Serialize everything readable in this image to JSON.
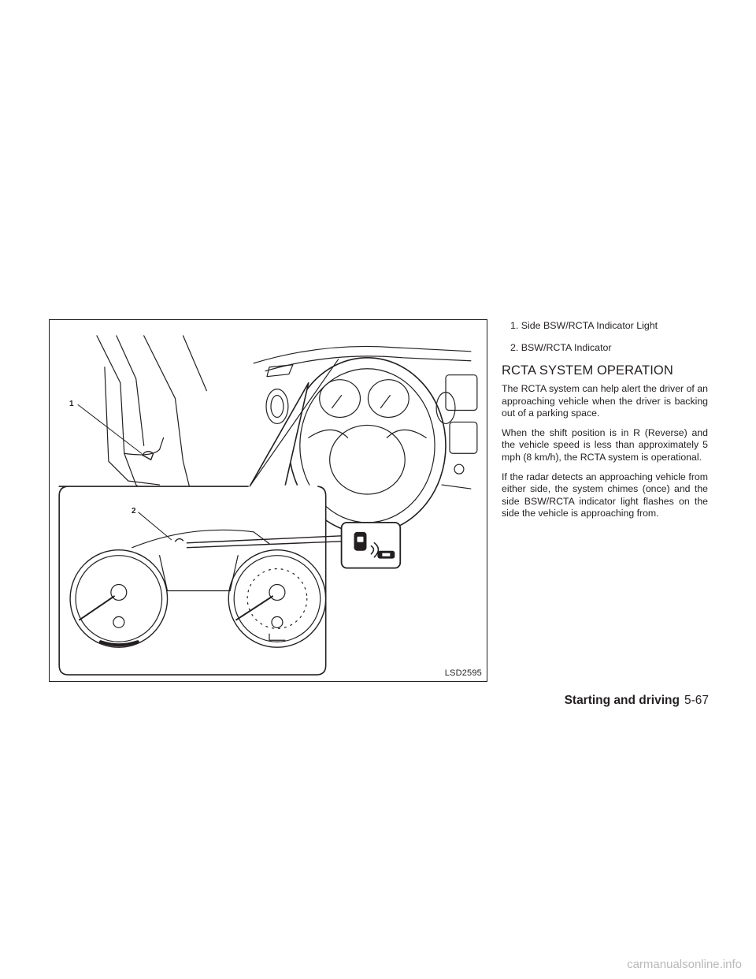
{
  "figure": {
    "code": "LSD2595",
    "callouts": [
      "1",
      "2"
    ]
  },
  "legend": {
    "items": [
      "1. Side BSW/RCTA Indicator Light",
      "2. BSW/RCTA Indicator"
    ]
  },
  "heading": "RCTA SYSTEM OPERATION",
  "paragraphs": [
    "The RCTA system can help alert the driver of an approaching vehicle when the driver is backing out of a parking space.",
    "When the shift position is in R (Reverse) and the vehicle speed is less than approximately 5 mph (8 km/h), the RCTA system is operational.",
    "If the radar detects an approaching vehicle from either side, the system chimes (once) and the side BSW/RCTA indicator light flashes on the side the vehicle is approaching from."
  ],
  "footer": {
    "section": "Starting and driving",
    "page": "5-67"
  },
  "watermark": "carmanualsonline.info"
}
